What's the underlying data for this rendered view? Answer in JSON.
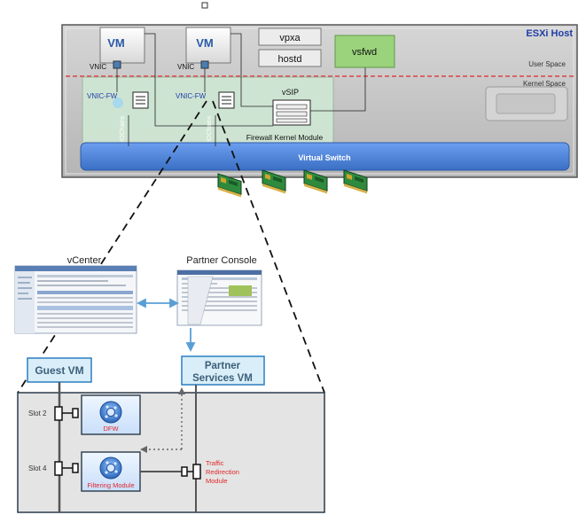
{
  "esxi": {
    "host_label": "ESXi Host",
    "user_space": "User Space",
    "kernel_space": "Kernel Space",
    "vm_label": "VM",
    "vnic_label": "VNIC",
    "vnic_fw_label": "VNIC-FW",
    "iochain_label": "IOChains",
    "vpxa": "vpxa",
    "hostd": "hostd",
    "vsfwd": "vsfwd",
    "vsip": "vSIP",
    "fw_kernel_module": "Firewall Kernel Module",
    "virtual_switch": "Virtual Switch"
  },
  "mgmt": {
    "vcenter": "vCenter",
    "partner_console": "Partner Console"
  },
  "detail": {
    "guest_vm": "Guest VM",
    "partner_services_vm": [
      "Partner",
      "Services VM"
    ],
    "slot2": "Slot 2",
    "slot4": "Slot 4",
    "dfw": "DFW",
    "filtering_module": "Filtering Module",
    "traffic_redirection": [
      "Traffic",
      "Redirection",
      "Module"
    ]
  },
  "colors": {
    "host_bg": "#c9c9c9",
    "kernel_panel": "#cfe6d3",
    "virtual_switch": "#4f86d9",
    "vsfwd": "#9bd37c",
    "vm_title": "#2a5aa8",
    "red": "#e0282a",
    "partner_box": "#d9eef8",
    "detail_bg": "#e4e4e4"
  }
}
